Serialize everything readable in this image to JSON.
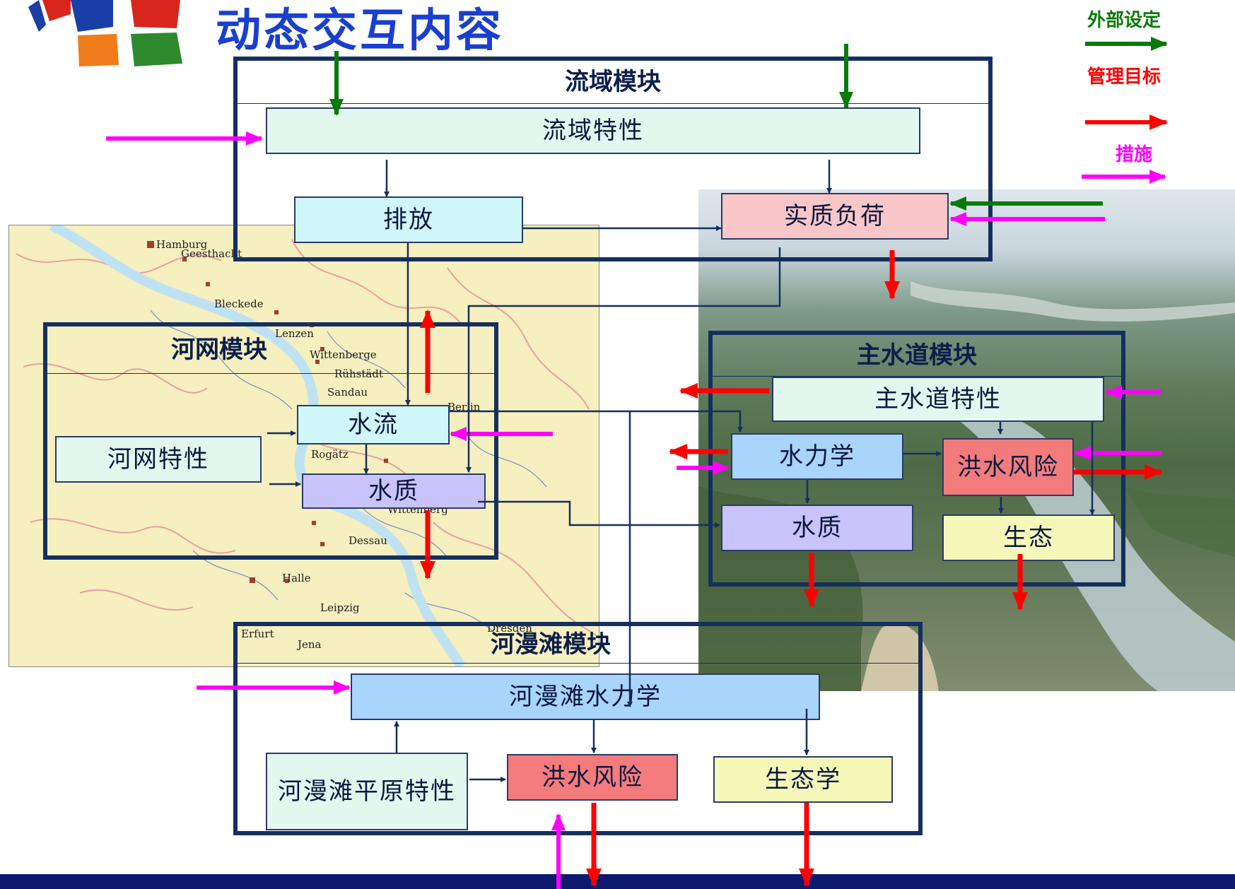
{
  "title": "动态交互内容",
  "legend": {
    "external": "外部设定",
    "target": "管理目标",
    "measure": "措施",
    "colors": {
      "external": "#0a7a0a",
      "target": "#ff0000",
      "measure": "#ff00ff"
    }
  },
  "modules": {
    "basin": {
      "title": "流域模块",
      "characteristics": "流域特性",
      "emission": "排放",
      "load": "实质负荷"
    },
    "river_network": {
      "title": "河网模块",
      "characteristics": "河网特性",
      "flow": "水流",
      "quality": "水质"
    },
    "main_channel": {
      "title": "主水道模块",
      "characteristics": "主水道特性",
      "hydraulics": "水力学",
      "flood_risk": "洪水风险",
      "quality": "水质",
      "ecology": "生态"
    },
    "floodplain": {
      "title": "河漫滩模块",
      "hydraulics": "河漫滩水力学",
      "plain_characteristics": "河漫滩平原特性",
      "flood_risk": "洪水风险",
      "ecology": "生态学"
    }
  },
  "map_labels": [
    "Hamburg",
    "Geesthacht",
    "Bleckede",
    "Lenzen",
    "Wittenberge",
    "Rühstädt",
    "Sandau",
    "Berlin",
    "Rogätz",
    "Wittenberg",
    "Dessau",
    "Halle",
    "Leipzig",
    "Dresden",
    "Erfurt",
    "Jena"
  ]
}
